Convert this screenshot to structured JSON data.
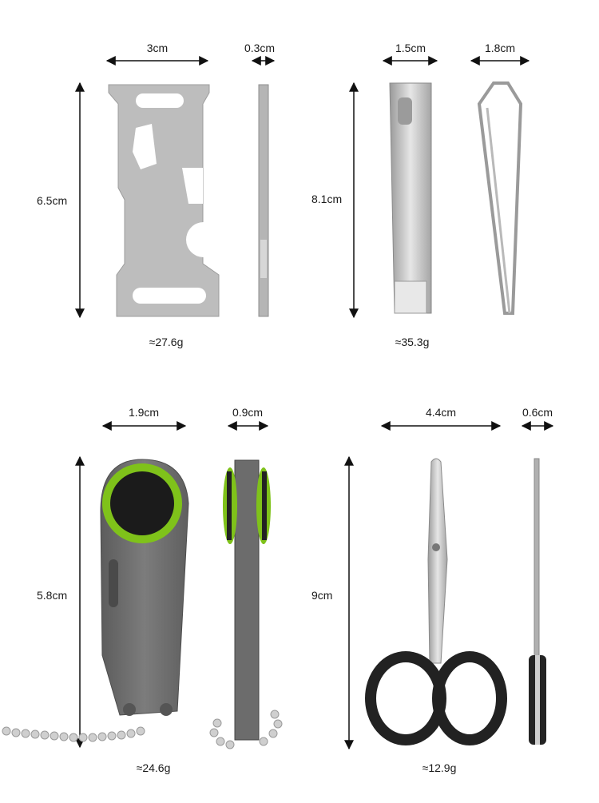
{
  "products": [
    {
      "width_label": "3cm",
      "thickness_label": "0.3cm",
      "height_label": "6.5cm",
      "weight": "≈27.6g"
    },
    {
      "width_label": "1.5cm",
      "thickness_label": "1.8cm",
      "height_label": "8.1cm",
      "weight": "≈35.3g"
    },
    {
      "width_label": "1.9cm",
      "thickness_label": "0.9cm",
      "height_label": "5.8cm",
      "weight": "≈24.6g"
    },
    {
      "width_label": "4.4cm",
      "thickness_label": "0.6cm",
      "height_label": "9cm",
      "weight": "≈12.9g"
    }
  ],
  "colors": {
    "metal_light": "#c9c9c9",
    "metal_dark": "#8e8e8e",
    "titanium": "#6f6f6f",
    "accent_green": "#7fc21a",
    "handle_black": "#1e1e1e",
    "dimension_line": "#111111"
  }
}
